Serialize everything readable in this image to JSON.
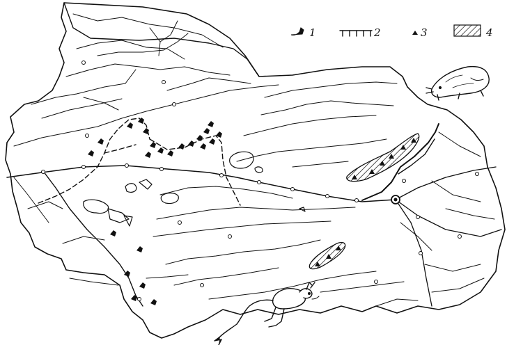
{
  "legend": {
    "items": [
      {
        "number": "1",
        "icon": "rodent-colony-icon"
      },
      {
        "number": "2",
        "icon": "tick-line-icon"
      },
      {
        "number": "3",
        "icon": "triangle-icon"
      },
      {
        "number": "4",
        "icon": "hatched-area-icon"
      }
    ]
  },
  "illustrations": [
    "mole-rat-drawing",
    "jerboa-drawing"
  ],
  "colors": {
    "ink": "#111111",
    "paper": "#ffffff"
  }
}
